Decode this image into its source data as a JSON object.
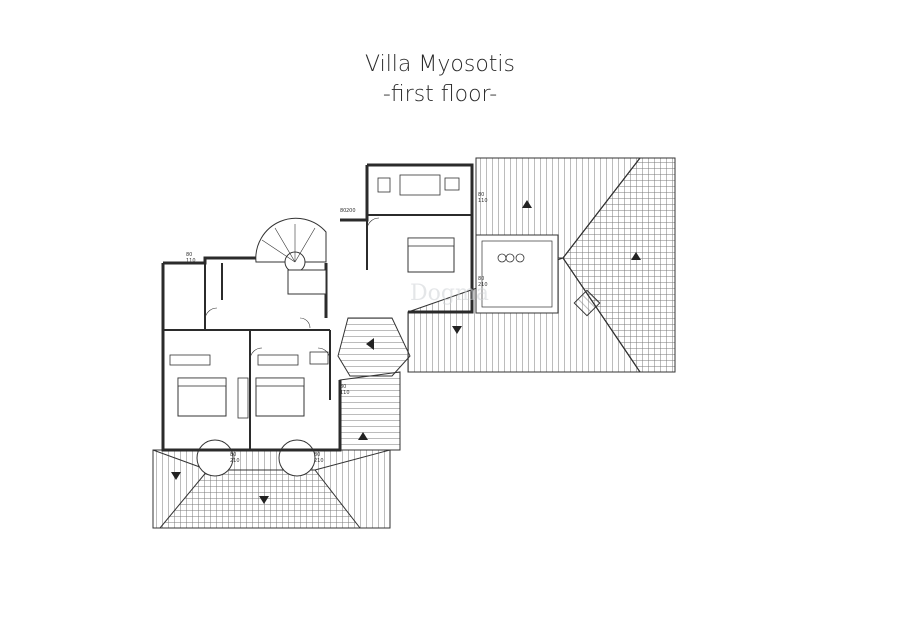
{
  "title": "Villa Myosotis",
  "subtitle": "-first floor-",
  "watermark": "Dogma",
  "colors": {
    "line": "#2b2b2b",
    "wall": "#8d8d8d",
    "roof": "#555555"
  },
  "dimensions": [
    "80",
    "110",
    "80",
    "210",
    "80",
    "110",
    "80",
    "210",
    "80",
    "210",
    "80",
    "110",
    "80",
    "200"
  ]
}
